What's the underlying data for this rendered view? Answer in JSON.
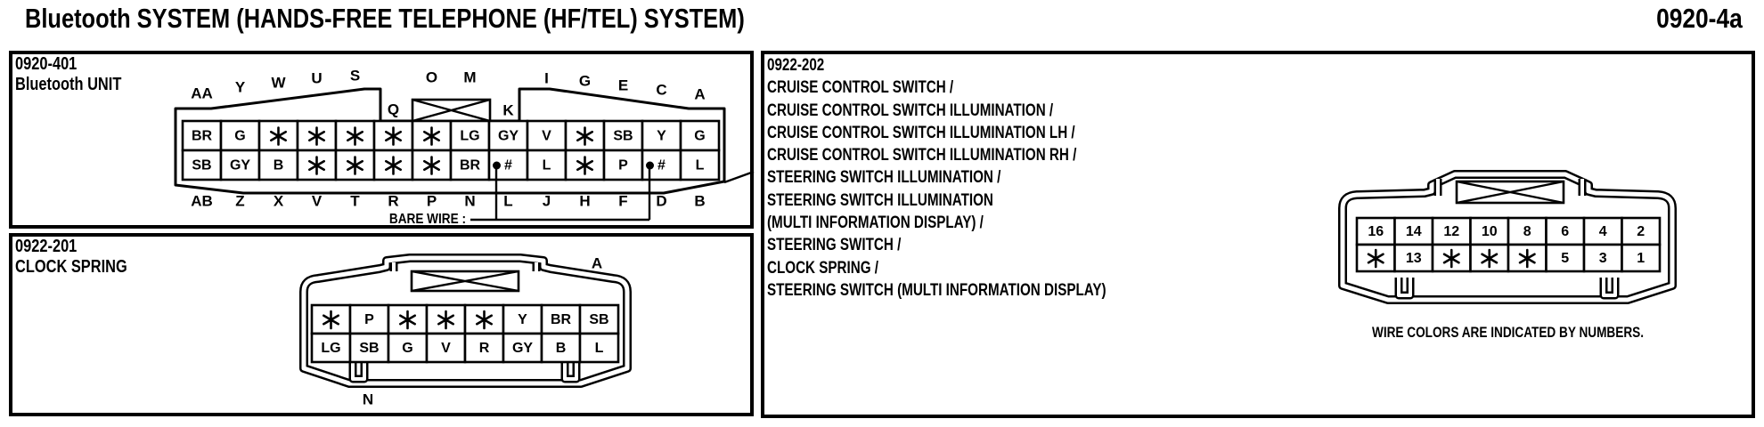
{
  "header": {
    "title": "Bluetooth SYSTEM (HANDS-FREE TELEPHONE (HF/TEL) SYSTEM)",
    "page_code": "0920-4a"
  },
  "bluetooth_unit": {
    "code": "0920-401",
    "name": "Bluetooth UNIT",
    "connector": {
      "pin_labels_top": [
        "AA",
        "Y",
        "W",
        "U",
        "S",
        "Q",
        "O",
        "M",
        "K",
        "I",
        "G",
        "E",
        "C",
        "A"
      ],
      "pin_labels_bottom": [
        "AB",
        "Z",
        "X",
        "V",
        "T",
        "R",
        "P",
        "N",
        "L",
        "J",
        "H",
        "F",
        "D",
        "B"
      ],
      "wire_rows": [
        [
          "BR",
          "G",
          "*",
          "*",
          "*",
          "*",
          "*",
          "LG",
          "GY",
          "V",
          "*",
          "SB",
          "Y",
          "G"
        ],
        [
          "SB",
          "GY",
          "B",
          "*",
          "*",
          "*",
          "*",
          "BR",
          "#",
          "L",
          "*",
          "P",
          "#",
          "L"
        ]
      ],
      "bare_wire_note": "BARE WIRE :",
      "bare_wire_pins": [
        "L",
        "D"
      ]
    }
  },
  "clock_spring": {
    "code": "0922-201",
    "name": "CLOCK SPRING",
    "connector": {
      "pin_label_top": "A",
      "pin_label_bottom": "N",
      "wire_rows": [
        [
          "*",
          "P",
          "*",
          "*",
          "*",
          "Y",
          "BR",
          "SB"
        ],
        [
          "LG",
          "SB",
          "G",
          "V",
          "R",
          "GY",
          "B",
          "L"
        ]
      ]
    }
  },
  "steering_connector": {
    "code": "0922-202",
    "systems": [
      "CRUISE CONTROL SWITCH /",
      "CRUISE CONTROL SWITCH ILLUMINATION /",
      "CRUISE CONTROL SWITCH ILLUMINATION LH /",
      "CRUISE CONTROL SWITCH ILLUMINATION RH /",
      "STEERING SWITCH ILLUMINATION /",
      "STEERING SWITCH ILLUMINATION",
      "(MULTI INFORMATION DISPLAY) /",
      "STEERING SWITCH /",
      "CLOCK SPRING /",
      "STEERING SWITCH (MULTI INFORMATION DISPLAY)"
    ],
    "connector": {
      "wire_rows": [
        [
          "16",
          "14",
          "12",
          "10",
          "8",
          "6",
          "4",
          "2"
        ],
        [
          "*",
          "13",
          "*",
          "*",
          "*",
          "5",
          "3",
          "1"
        ]
      ],
      "note": "WIRE COLORS ARE INDICATED BY NUMBERS."
    }
  }
}
